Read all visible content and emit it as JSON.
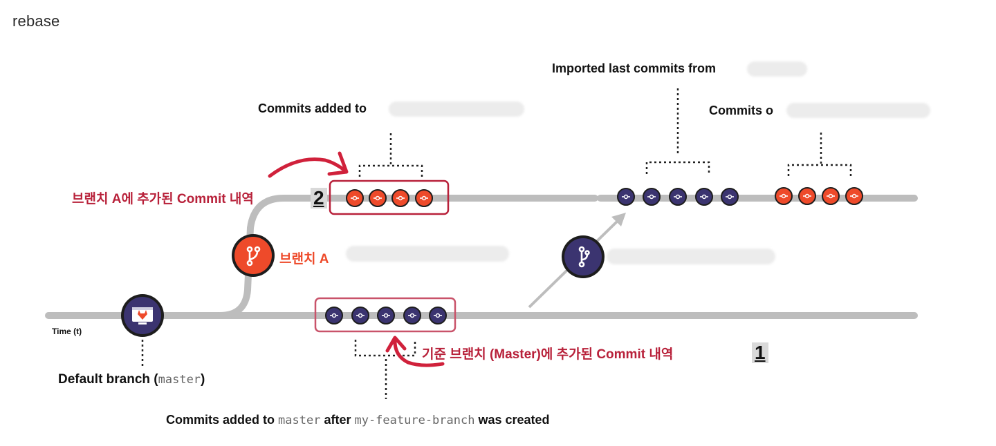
{
  "page": {
    "title": "rebase"
  },
  "labels": {
    "time": "Time (t)",
    "default_branch_prefix": "Default branch (",
    "default_branch_code": "master",
    "default_branch_suffix": ")",
    "commits_added_to": "Commits added to",
    "imported_last_commits": "Imported last commits from",
    "commits_of": "Commits o",
    "bottom_commits_part1": "Commits added to ",
    "bottom_commits_code1": "master",
    "bottom_commits_part2": " after ",
    "bottom_commits_code2": "my-feature-branch",
    "bottom_commits_part3": " was created"
  },
  "annotations": {
    "branch_a_commits": "브랜치 A에 추가된 Commit 내역",
    "branch_a_number": "2",
    "branch_a_label": "브랜치 A",
    "master_commits": "기준 브랜치 (Master)에 추가된 Commit 내역",
    "master_number": "1"
  },
  "colors": {
    "track": "#bdbdbd",
    "commit_navy": "#3b3470",
    "commit_orange": "#ee4a2a",
    "annotation_red": "#c8203a",
    "branch_a_text": "#ee4a2a"
  },
  "icons": {
    "default_branch": "gitlab-screen-icon",
    "branch_a": "git-branch-icon",
    "rebase_branch": "git-merge-icon",
    "commit": "git-commit-icon"
  }
}
